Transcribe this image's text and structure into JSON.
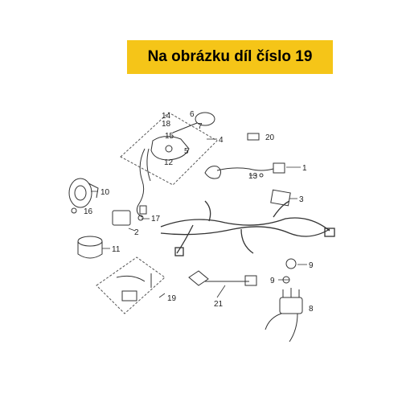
{
  "banner": {
    "text": "Na obrázku díl číslo 19",
    "color": "#f5c518"
  },
  "labels": [
    "1",
    "2",
    "3",
    "4",
    "5",
    "6",
    "7",
    "8",
    "9",
    "9",
    "10",
    "11",
    "12",
    "13",
    "14",
    "15",
    "16",
    "17",
    "18",
    "19",
    "20",
    "21"
  ]
}
